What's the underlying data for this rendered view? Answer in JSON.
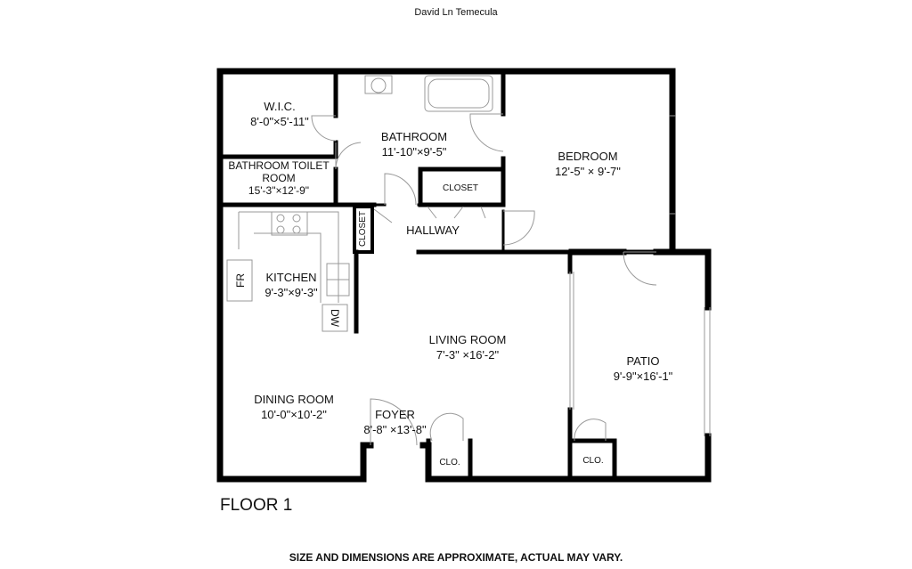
{
  "header": {
    "title": "David Ln Temecula"
  },
  "floor_label": "FLOOR 1",
  "disclaimer": "SIZE AND DIMENSIONS ARE APPROXIMATE, ACTUAL MAY VARY.",
  "rooms": {
    "wic": {
      "name": "W.I.C.",
      "dims": "8'-0\"×5'-11\""
    },
    "bathroom": {
      "name": "BATHROOM",
      "dims": "11'-10\"×9'-5\""
    },
    "bedroom": {
      "name": "BEDROOM",
      "dims": "12'-5\" × 9'-7\""
    },
    "toilet_room": {
      "name": "BATHROOM TOILET",
      "name2": "ROOM",
      "dims": "15'-3\"×12'-9\""
    },
    "closet_bath": {
      "name": "CLOSET"
    },
    "closet_hall": {
      "name": "CLOSET"
    },
    "hallway": {
      "name": "HALLWAY"
    },
    "kitchen": {
      "name": "KITCHEN",
      "dims": "9'-3\"×9'-3\""
    },
    "living": {
      "name": "LIVING ROOM",
      "dims": "7'-3\"  ×16'-2\""
    },
    "patio": {
      "name": "PATIO",
      "dims": "9'-9\"×16'-1\""
    },
    "dining": {
      "name": "DINING ROOM",
      "dims": "10'-0\"×10'-2\""
    },
    "foyer": {
      "name": "FOYER",
      "dims": "8'-8\"  ×13'-8\""
    },
    "clo_foyer": {
      "name": "CLO."
    },
    "clo_patio": {
      "name": "CLO."
    }
  },
  "fixtures": {
    "fridge": "FR",
    "dishwasher": "DW"
  }
}
